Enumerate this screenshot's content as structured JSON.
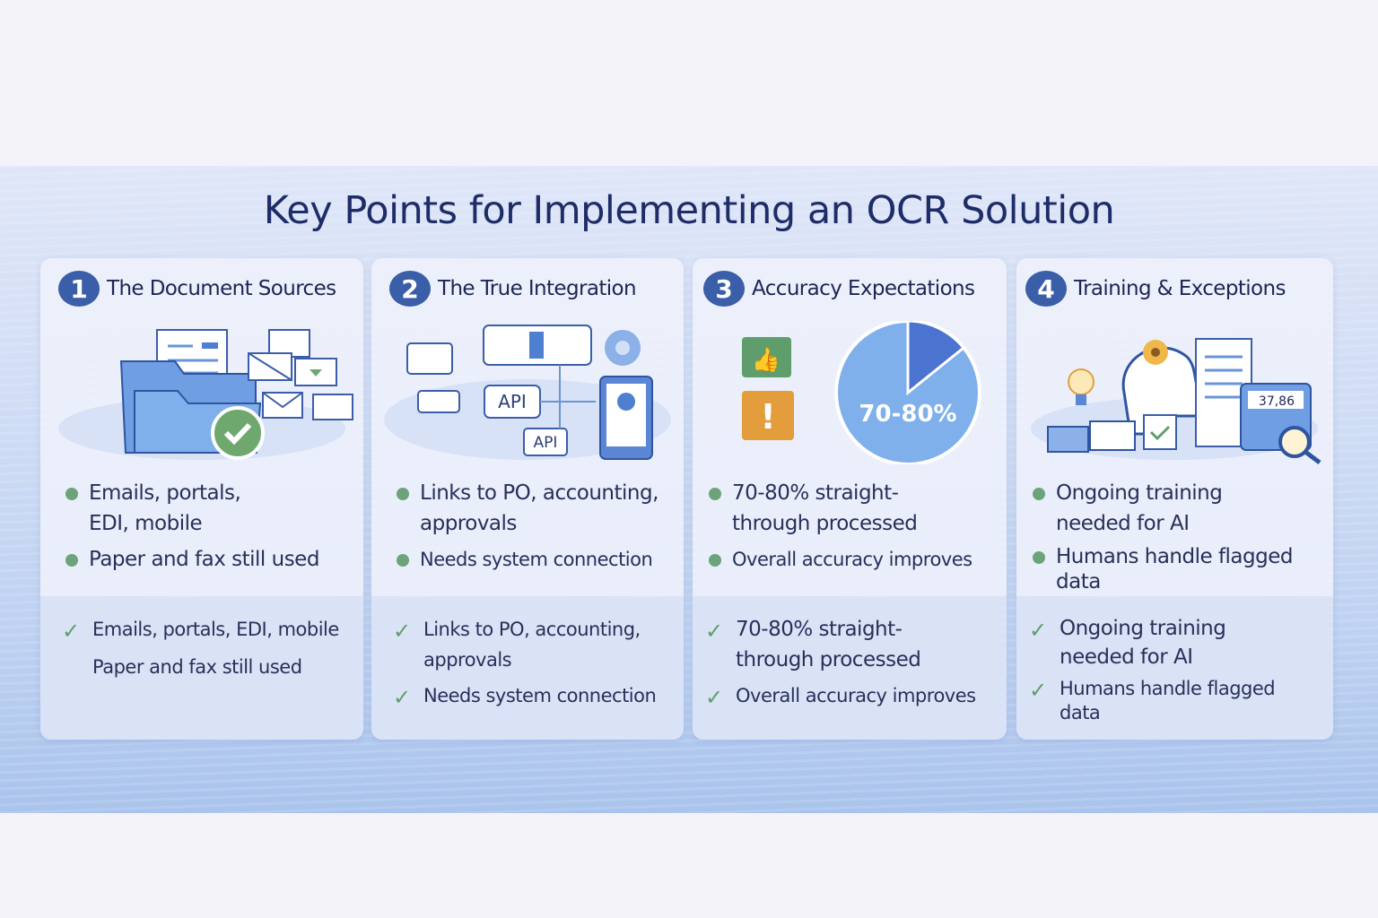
{
  "title": "Key Points for Implementing an OCR Solution",
  "colors": {
    "accent": "#3b5ea8",
    "title": "#1e2c68",
    "bullet": "#6ca37a"
  },
  "cards": [
    {
      "number": "1",
      "title": "The Document Sources",
      "icon": "folder-documents-icon",
      "bullets": [
        "Emails, portals, EDI, mobile",
        "Paper and fax still used"
      ],
      "checks": [
        "Emails, portals, EDI, mobile",
        "Paper and fax still used"
      ]
    },
    {
      "number": "2",
      "title": "The True Integration",
      "icon": "api-integration-icon",
      "api_label": "API",
      "bullets": [
        "Links to PO, accounting, approvals",
        "Needs system connection"
      ],
      "checks": [
        "Links to PO, accounting, approvals",
        "Needs system connection"
      ]
    },
    {
      "number": "3",
      "title": "Accuracy Expectations",
      "icon": "pie-chart-icon",
      "pie_label": "70-80%",
      "bullets": [
        "70-80% straight-through processed",
        "Overall accuracy improves"
      ],
      "checks": [
        "70-80% straight-through processed",
        "Overall accuracy improves"
      ]
    },
    {
      "number": "4",
      "title": "Training & Exceptions",
      "icon": "ai-training-icon",
      "calculator_display": "37,86",
      "bullets": [
        "Ongoing training needed for AI",
        "Humans handle flagged data"
      ],
      "checks": [
        "Ongoing training needed for AI",
        "Humans handle flagged data"
      ]
    }
  ]
}
